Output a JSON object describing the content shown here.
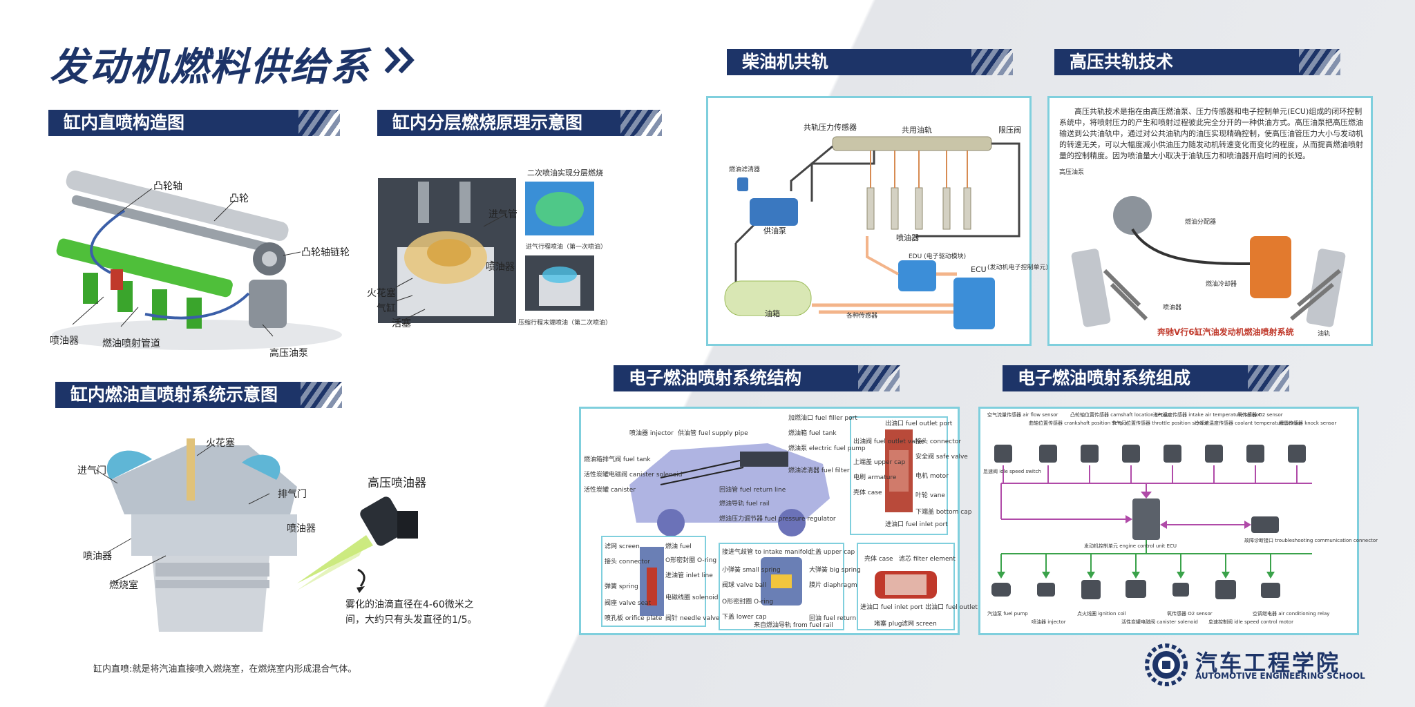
{
  "page": {
    "main_title": "发动机燃料供给系",
    "footer_note": "缸内直喷:就是将汽油直接喷入燃烧室，在燃烧室内形成混合气体。",
    "school_name_cn": "汽车工程学院",
    "school_name_en": "AUTOMOTIVE ENGINEERING SCHOOL"
  },
  "colors": {
    "navy": "#1d3468",
    "panel_border": "#7fcfdd",
    "accent_red": "#c0392b"
  },
  "sections": {
    "gdi_structure": {
      "title": "缸内直喷构造图",
      "labels": {
        "camshaft": "凸轮轴",
        "cam": "凸轮",
        "cam_chain": "凸轮轴链轮",
        "injector": "喷油器",
        "fuel_rail": "燃油喷射管道",
        "hp_pump": "高压油泵"
      }
    },
    "stratified": {
      "title": "缸内分层燃烧原理示意图",
      "labels": {
        "secondary": "二次喷油实现分层燃烧",
        "intake": "进气管",
        "injector": "喷油器",
        "spark": "火花塞",
        "cylinder": "气缸",
        "piston": "活塞",
        "first": "进气行程喷油（第一次喷油）",
        "second": "压缩行程末端喷油（第二次喷油）"
      }
    },
    "gdi_system": {
      "title": "缸内燃油直喷射系统示意图",
      "labels": {
        "spark": "火花塞",
        "intake": "进气门",
        "exhaust": "排气门",
        "injector_l": "喷油器",
        "injector_r": "喷油器",
        "chamber": "燃烧室",
        "hp_injector": "高压喷油器",
        "atom1": "雾化的油滴直径在4-60微米之",
        "atom2": "间，大约只有头发直径的1/5。"
      }
    },
    "diesel_rail": {
      "title": "柴油机共轨",
      "labels": {
        "rail_sensor": "共轨压力传感器",
        "rail": "共用油轨",
        "limiter": "限压阀",
        "filter": "燃油滤清器",
        "pump": "供油泵",
        "injector": "喷油器",
        "edu": "EDU (电子驱动模块)",
        "ecu": "ECU",
        "ecu_cn": "(发动机电子控制单元)",
        "tank": "油箱",
        "sensors": "各种传感器"
      }
    },
    "hp_rail": {
      "title": "高压共轨技术",
      "description": "高压共轨技术是指在由高压燃油泵、压力传感器和电子控制单元(ECU)组成的闭环控制系统中，将喷射压力的产生和喷射过程彼此完全分开的一种供油方式。高压油泵把高压燃油输送到公共油轨中，通过对公共油轨内的油压实现精确控制，使高压油管压力大小与发动机的转速无关，可以大幅度减小供油压力随发动机转速变化而变化的程度，从而提高燃油喷射量的控制精度。因为喷油量大小取决于油轨压力和喷油器开启时间的长短。",
      "labels": {
        "pump": "高压油泵",
        "distributor": "燃油分配器",
        "cooler": "燃油冷却器",
        "injector": "喷油器",
        "rail": "油轨",
        "caption": "奔驰V行6缸汽油发动机燃油喷射系统"
      }
    },
    "efi_structure": {
      "title": "电子燃油喷射系统结构",
      "labels": {
        "l1": "喷油器 injector",
        "l2": "供油管 fuel supply pipe",
        "l3": "加燃油口 fuel filler port",
        "l4": "燃油箱 fuel tank",
        "l5": "燃油泵 electric fuel pump",
        "l6": "燃油滤清器 fuel filter",
        "l7": "燃油箱排气阀 fuel tank",
        "l8": "活性炭罐电磁阀 canister solenoid",
        "l9": "活性炭罐 canister",
        "l10": "回油管 fuel return line",
        "l11": "燃油导轨 fuel rail",
        "l12": "燃油压力调节器 fuel pressure regulator",
        "p1": "出油口 fuel outlet port",
        "p2": "接头 connector",
        "p3": "安全阀 safe valve",
        "p4": "出油阀 fuel outlet valve",
        "p5": "上端盖 upper cap",
        "p6": "电机 motor",
        "p7": "电刷 armature",
        "p8": "壳体 case",
        "p9": "叶轮 vane",
        "p10": "下端盖 bottom cap",
        "p11": "进油口 fuel inlet port",
        "i1": "滤网 screen",
        "i2": "接头 connector",
        "i3": "弹簧 spring",
        "i4": "阀座 valve seat",
        "i5": "喷孔板 orifice plate",
        "i6": "燃油 fuel",
        "i7": "O形密封圈 O-ring",
        "i8": "进油管 inlet line",
        "i9": "电磁线圈 solenoid",
        "i10": "阀针 needle valve",
        "r1": "接进气歧管 to intake manifold",
        "r2": "上盖 upper cap",
        "r3": "小弹簧 small spring",
        "r4": "大弹簧 big spring",
        "r5": "阀球 valve ball",
        "r6": "膜片 diaphragm",
        "r7": "O形密封圈 O-ring",
        "r8": "下盖 lower cap",
        "r9": "来自燃油导轨 from fuel rail",
        "r10": "回油 fuel return",
        "f1": "壳体 case",
        "f2": "滤芯 filter element",
        "f3": "进油口 fuel inlet port",
        "f4": "出油口 fuel outlet port",
        "f5": "堵塞 plug",
        "f6": "滤网 screen"
      }
    },
    "efi_components": {
      "title": "电子燃油喷射系统组成",
      "top_labels": [
        "空气流量传感器 air flow sensor",
        "曲轴位置传感器 crankshaft position sensor",
        "凸轮轴位置传感器 camshaft location sensor",
        "节气门位置传感器 throttle position sensor",
        "进气温度传感器 intake air temperature sensor",
        "冷却液温度传感器 coolant temperature sensor",
        "氧传感器 O2 sensor",
        "爆震传感器 knock sensor"
      ],
      "left_label": "怠速阀 idle speed switch",
      "ecu_label": "发动机控制单元 engine control unit ECU",
      "diag_label": "故障诊断接口 troubleshooting communication connector",
      "bottom_labels": [
        "汽油泵 fuel pump",
        "喷油器 injector",
        "点火线圈 ignition coil",
        "活性炭罐电磁阀 canister solenoid",
        "氧传感器 O2 sensor",
        "怠速控制阀 idle speed control motor",
        "空调继电器 air conditioning relay"
      ]
    }
  }
}
